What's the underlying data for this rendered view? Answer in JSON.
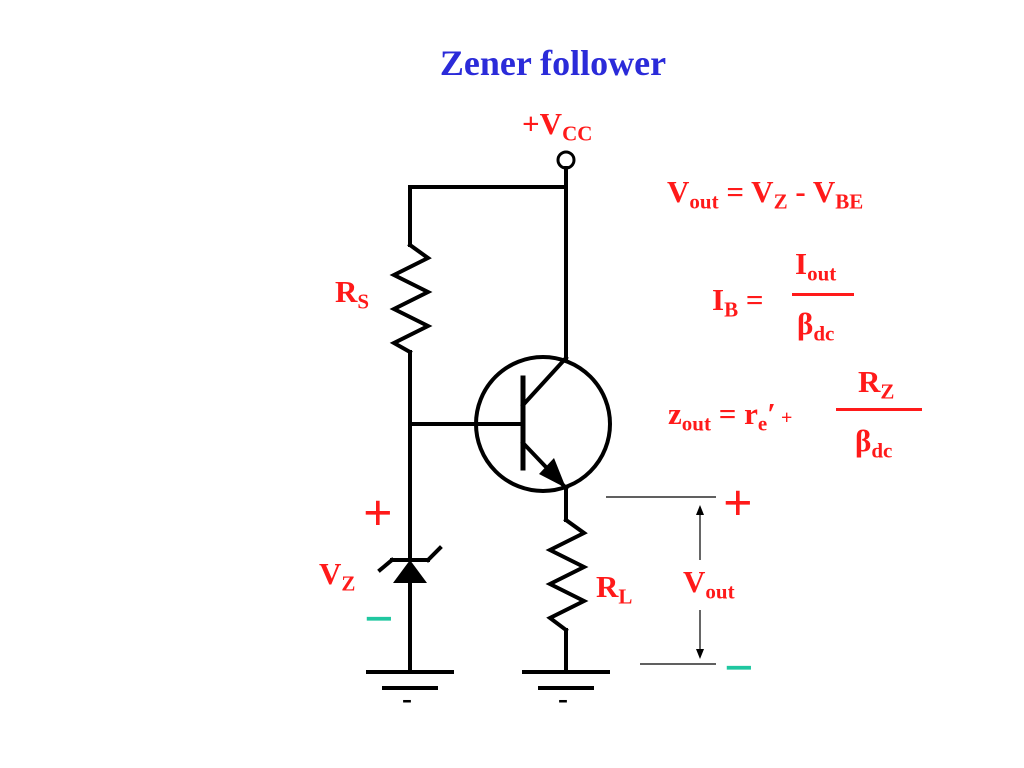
{
  "title": "Zener follower",
  "colors": {
    "title": "#2b2bd9",
    "labels": "#ff1a1a",
    "minus": "#1fc7a0",
    "wire": "#000000"
  },
  "labels": {
    "vcc": {
      "prefix": "+V",
      "sub": "CC"
    },
    "rs": {
      "main": "R",
      "sub": "S"
    },
    "rl": {
      "main": "R",
      "sub": "L"
    },
    "vz": {
      "main": "V",
      "sub": "Z"
    },
    "vout": {
      "main": "V",
      "sub": "out"
    }
  },
  "signs": {
    "zener_plus": "+",
    "zener_minus": "−",
    "out_plus": "+",
    "out_minus": "−",
    "ground_mark": "-"
  },
  "equations": {
    "eq1": {
      "a": "V",
      "a_sub": "out",
      "eq": " = V",
      "b_sub": "Z",
      "minus": " - V",
      "c_sub": "BE"
    },
    "eq2": {
      "lhs": "I",
      "lhs_sub": "B",
      "eq": " =",
      "num": "I",
      "num_sub": "out",
      "den": "β",
      "den_sub": "dc"
    },
    "eq3": {
      "lhs": "z",
      "lhs_sub": "out",
      "eq": " = r",
      "r_sub": "e",
      "prime": "′",
      "plus": " +",
      "num": "R",
      "num_sub": "Z",
      "den": "β",
      "den_sub": "dc"
    }
  }
}
